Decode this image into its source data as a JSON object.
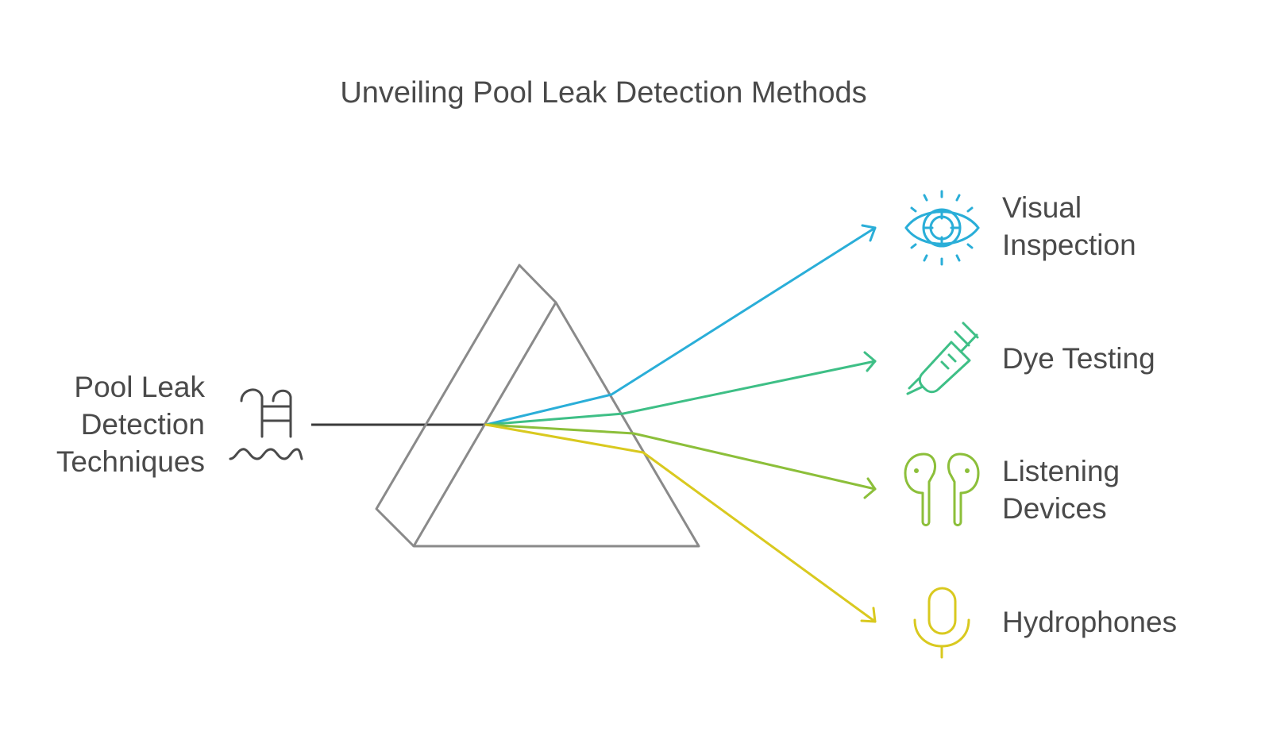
{
  "title": "Unveiling Pool Leak Detection Methods",
  "source": {
    "label_lines": [
      "Pool Leak",
      "Detection",
      "Techniques"
    ],
    "icon": "pool-ladder-icon"
  },
  "outputs": [
    {
      "lines": [
        "Visual",
        "Inspection"
      ],
      "icon": "eye-target-icon",
      "color": "#2aaed8"
    },
    {
      "lines": [
        "Dye Testing"
      ],
      "icon": "syringe-icon",
      "color": "#3ebf86"
    },
    {
      "lines": [
        "Listening",
        "Devices"
      ],
      "icon": "earbuds-icon",
      "color": "#8cbf3a"
    },
    {
      "lines": [
        "Hydrophones"
      ],
      "icon": "microphone-icon",
      "color": "#d9c91f"
    }
  ],
  "colors": {
    "text": "#4a4a4a",
    "prism": "#8a8a8a",
    "beam": "#3a3a3a"
  }
}
